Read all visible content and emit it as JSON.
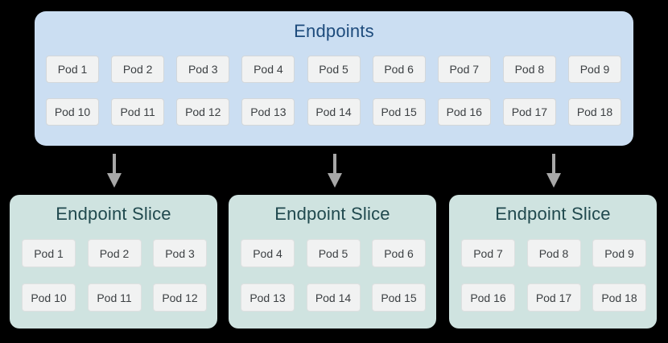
{
  "colors": {
    "background": "#000000",
    "endpoints_box": "#cbdef2",
    "endpoints_title_text": "#1d4b7c",
    "slice_box": "#cfe3e0",
    "slice_title_text": "#20494e",
    "pod_fill": "#f1f2f2",
    "pod_border": "#d3d7da",
    "pod_text": "#3c4043",
    "arrow": "#a8a8a8"
  },
  "endpoints": {
    "title": "Endpoints",
    "rows": [
      [
        "Pod 1",
        "Pod 2",
        "Pod 3",
        "Pod 4",
        "Pod 5",
        "Pod 6",
        "Pod 7",
        "Pod 8",
        "Pod 9"
      ],
      [
        "Pod 10",
        "Pod 11",
        "Pod 12",
        "Pod 13",
        "Pod 14",
        "Pod 15",
        "Pod 16",
        "Pod 17",
        "Pod 18"
      ]
    ]
  },
  "arrows": [
    "down-arrow",
    "down-arrow",
    "down-arrow"
  ],
  "slices": [
    {
      "title": "Endpoint Slice",
      "rows": [
        [
          "Pod 1",
          "Pod 2",
          "Pod 3"
        ],
        [
          "Pod 10",
          "Pod 11",
          "Pod 12"
        ]
      ]
    },
    {
      "title": "Endpoint Slice",
      "rows": [
        [
          "Pod 4",
          "Pod 5",
          "Pod 6"
        ],
        [
          "Pod 13",
          "Pod 14",
          "Pod 15"
        ]
      ]
    },
    {
      "title": "Endpoint Slice",
      "rows": [
        [
          "Pod 7",
          "Pod 8",
          "Pod 9"
        ],
        [
          "Pod 16",
          "Pod 17",
          "Pod 18"
        ]
      ]
    }
  ]
}
